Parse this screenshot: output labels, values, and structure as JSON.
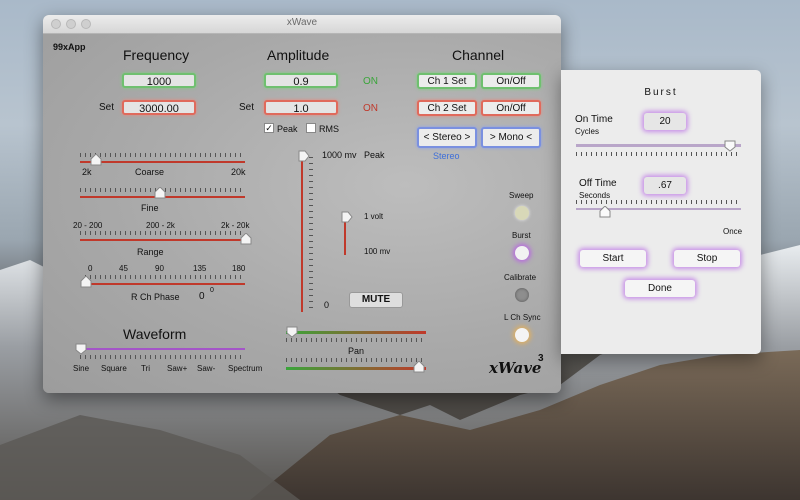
{
  "window": {
    "title": "xWave",
    "brand": "99xApp",
    "logo": "xWave",
    "logo_sup": "3"
  },
  "frequency": {
    "heading": "Frequency",
    "value": "1000",
    "set_label": "Set",
    "set_value": "3000.00",
    "coarse": {
      "label": "Coarse",
      "min": "2k",
      "max": "20k",
      "position": 0.09
    },
    "fine": {
      "label": "Fine",
      "position": 0.48
    },
    "range": {
      "label": "Range",
      "options": [
        "20 - 200",
        "200 - 2k",
        "2k - 20k"
      ],
      "position": 1.0
    },
    "phase": {
      "label": "R Ch Phase",
      "value": "0",
      "unit": "0",
      "ticks": [
        "0",
        "45",
        "90",
        "135",
        "180"
      ],
      "position": 0.0
    }
  },
  "waveform": {
    "heading": "Waveform",
    "options": [
      "Sine",
      "Square",
      "Tri",
      "Saw+",
      "Saw-",
      "Spectrum"
    ],
    "position": 0.0
  },
  "amplitude": {
    "heading": "Amplitude",
    "value": "0.9",
    "status1": "ON",
    "set_label": "Set",
    "set_value": "1.0",
    "status2": "ON",
    "peak_label": "Peak",
    "peak_checked": true,
    "rms_label": "RMS",
    "rms_checked": false,
    "top_label": "1000 mv",
    "top_mode": "Peak",
    "bottom_label": "0",
    "fine_top": "1 volt",
    "fine_bottom": "100 mv",
    "mute_label": "MUTE",
    "pan_label": "Pan"
  },
  "channel": {
    "heading": "Channel",
    "ch1_set": "Ch 1 Set",
    "ch1_onoff": "On/Off",
    "ch2_set": "Ch 2 Set",
    "ch2_onoff": "On/Off",
    "stereo_btn": "< Stereo >",
    "mono_btn": "> Mono <",
    "mode": "Stereo"
  },
  "indicators": [
    "Sweep",
    "Burst",
    "Calibrate",
    "L Ch Sync"
  ],
  "colors": {
    "green": "#3aa53a",
    "red": "#c0392b",
    "blue": "#3f6fd8",
    "purple": "#a455c8"
  },
  "burst": {
    "title": "Burst",
    "on_time_label": "On Time",
    "on_time_unit": "Cycles",
    "on_time_value": "20",
    "on_position": 0.93,
    "off_time_label": "Off Time",
    "off_time_unit": "Seconds",
    "off_time_value": ".67",
    "off_position": 0.17,
    "once_label": "Once",
    "start_label": "Start",
    "stop_label": "Stop",
    "done_label": "Done"
  }
}
